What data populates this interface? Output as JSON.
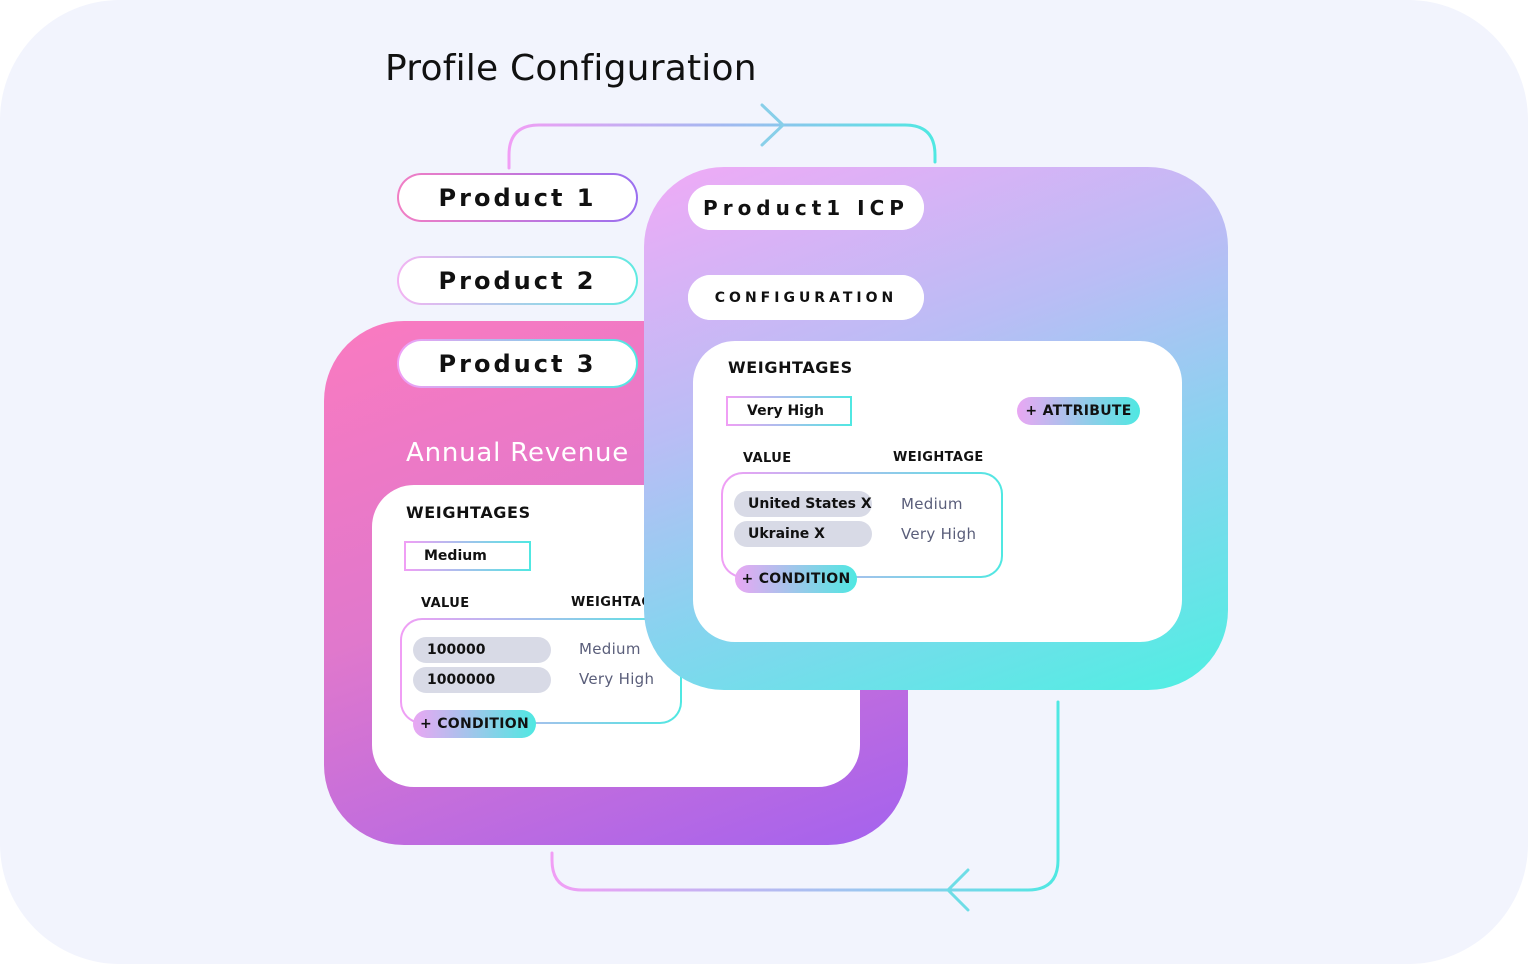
{
  "title": "Profile Configuration",
  "products": [
    {
      "label": "Product 1"
    },
    {
      "label": "Product 2"
    },
    {
      "label": "Product 3"
    }
  ],
  "back_card": {
    "heading": "Annual Revenue",
    "weightages_label": "WEIGHTAGES",
    "selected_weightage": "Medium",
    "value_header": "VALUE",
    "weightage_header": "WEIGHTAGE",
    "rows": [
      {
        "value": "100000",
        "weightage": "Medium"
      },
      {
        "value": "1000000",
        "weightage": "Very High"
      }
    ],
    "add_condition_label": "+ CONDITION"
  },
  "front_card": {
    "icp_label": "Product1 ICP",
    "configuration_label": "CONFIGURATION",
    "weightages_label": "WEIGHTAGES",
    "selected_weightage": "Very High",
    "add_attribute_label": "+ ATTRIBUTE",
    "value_header": "VALUE",
    "weightage_header": "WEIGHTAGE",
    "rows": [
      {
        "value": "United States X",
        "weightage": "Medium"
      },
      {
        "value": "Ukraine X",
        "weightage": "Very High"
      }
    ],
    "add_condition_label": "+ CONDITION"
  },
  "colors": {
    "background": "#f2f4fd",
    "pink": "#fa7ac0",
    "purple": "#a462ee",
    "lavender": "#f0aaf6",
    "cyan": "#4fefe2"
  }
}
